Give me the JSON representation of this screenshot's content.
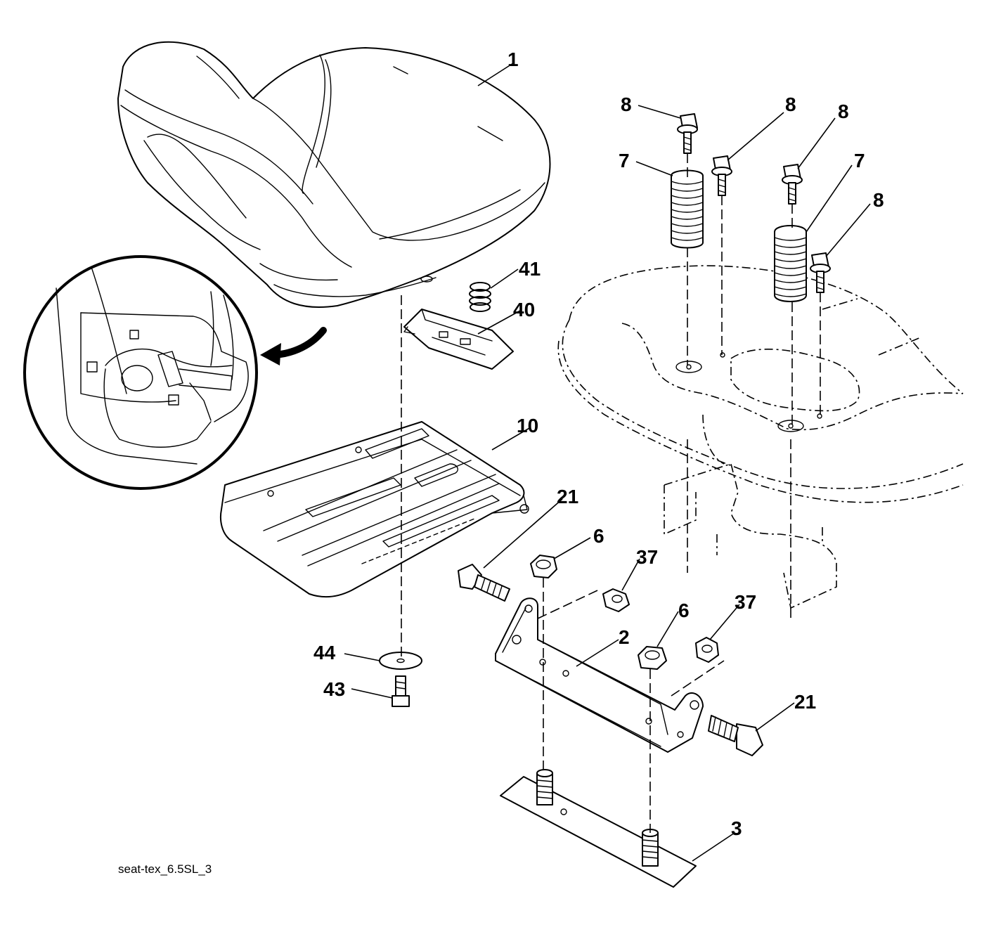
{
  "diagram": {
    "caption": "seat-tex_6.5SL_3",
    "callouts": {
      "seat": "1",
      "bolt_a": "8",
      "bolt_b": "8",
      "bolt_c": "8",
      "bolt_d": "8",
      "spring_left": "7",
      "spring_right": "7",
      "spring_small": "41",
      "clip": "40",
      "seat_pan": "10",
      "bolt_left": "21",
      "bolt_right": "21",
      "nut_a": "6",
      "nut_b": "6",
      "locknut_a": "37",
      "locknut_b": "37",
      "bracket": "2",
      "base_plate": "3",
      "washer": "44",
      "screw": "43"
    }
  }
}
